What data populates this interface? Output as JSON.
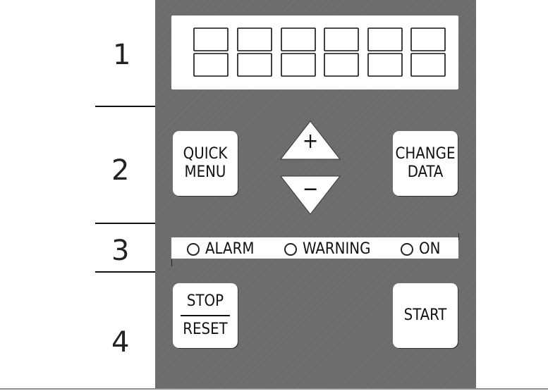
{
  "sections": [
    "1",
    "2",
    "3",
    "4"
  ],
  "buttons": {
    "quick_menu": [
      "QUICK",
      "MENU"
    ],
    "change_data": [
      "CHANGE",
      "DATA"
    ],
    "plus": "+",
    "minus": "−",
    "stop": "STOP",
    "reset": "RESET",
    "start": "START"
  },
  "indicators": {
    "alarm": "ALARM",
    "warning": "WARNING",
    "on": "ON"
  },
  "display": {
    "digit_count": 6
  },
  "colors": {
    "panel": "#6c6c6c",
    "key_face": "#ffffff",
    "text": "#111111"
  }
}
